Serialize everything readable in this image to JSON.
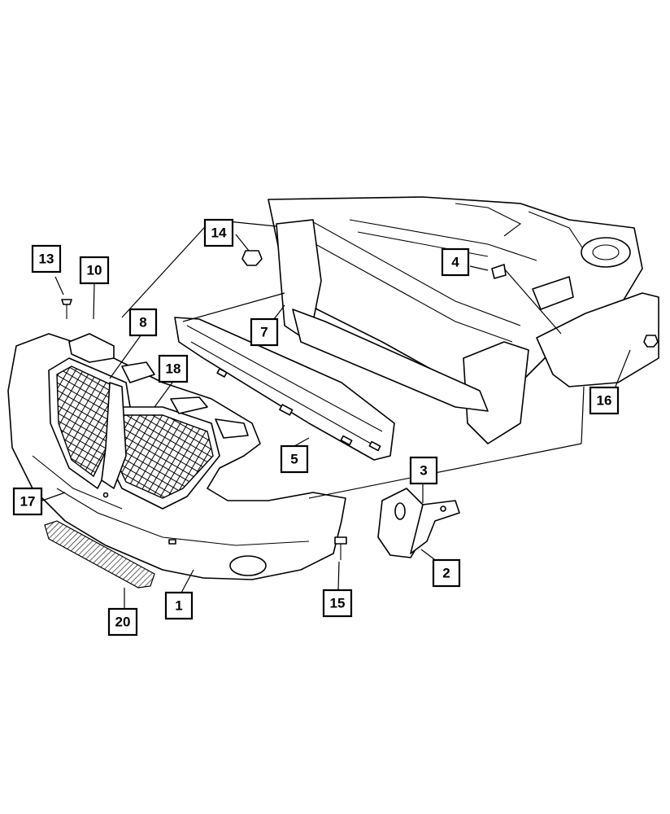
{
  "diagram": {
    "callouts": [
      {
        "id": "callout-1",
        "label": "1"
      },
      {
        "id": "callout-2",
        "label": "2"
      },
      {
        "id": "callout-3",
        "label": "3"
      },
      {
        "id": "callout-4",
        "label": "4"
      },
      {
        "id": "callout-5",
        "label": "5"
      },
      {
        "id": "callout-7",
        "label": "7"
      },
      {
        "id": "callout-8",
        "label": "8"
      },
      {
        "id": "callout-10",
        "label": "10"
      },
      {
        "id": "callout-13",
        "label": "13"
      },
      {
        "id": "callout-14",
        "label": "14"
      },
      {
        "id": "callout-15",
        "label": "15"
      },
      {
        "id": "callout-16",
        "label": "16"
      },
      {
        "id": "callout-17",
        "label": "17"
      },
      {
        "id": "callout-18",
        "label": "18"
      },
      {
        "id": "callout-20",
        "label": "20"
      }
    ],
    "colors": {
      "line": "#000000",
      "background": "#ffffff"
    }
  }
}
